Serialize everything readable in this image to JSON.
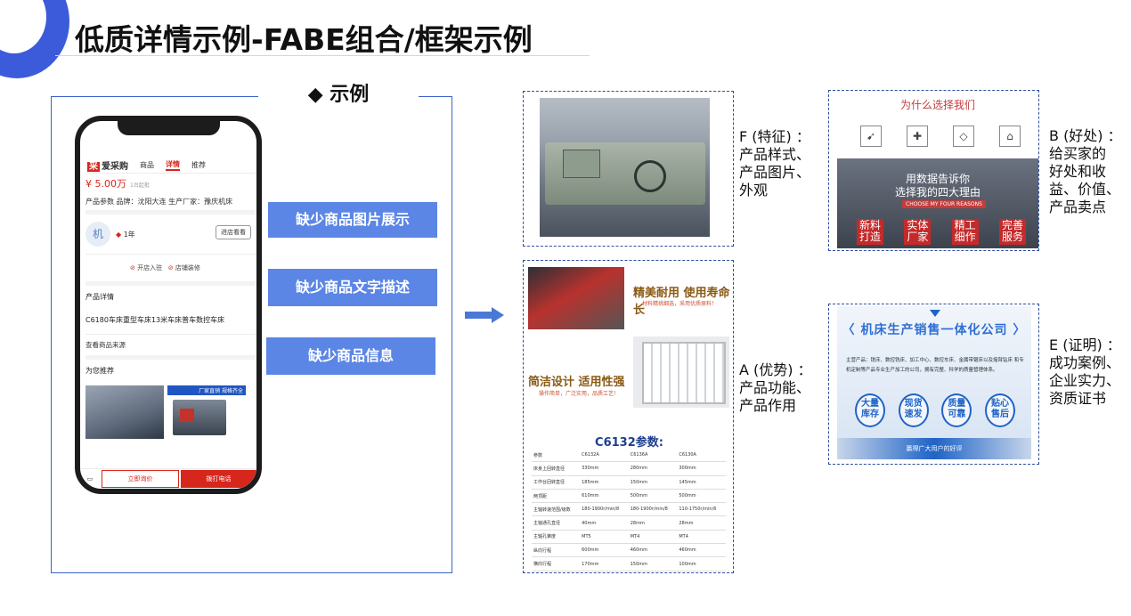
{
  "title": "低质详情示例-FABE组合/框架示例",
  "left": {
    "heading": "◆ 示例",
    "phone": {
      "logo": "爱采购",
      "tabs": [
        "商品",
        "详情",
        "推荐"
      ],
      "price": "¥ 5.00万",
      "min_order": "1台起批",
      "params": "产品参数 品牌：沈阳大连 生产厂家：豫庆机床",
      "shop_year": "1年",
      "visit_button": "进店看看",
      "badge1": "开店入驻",
      "badge2": "店铺装修",
      "detail_title": "产品详情",
      "detail_text": "C6180车床重型车床13米车床普车数控车床",
      "source": "查看商品来源",
      "recommend": "为您推荐",
      "promo": "厂家直销 规格齐全",
      "inquiry": "立即询价",
      "call": "拨打电话"
    },
    "buttons": [
      "缺少商品图片展示",
      "缺少商品文字描述",
      "缺少商品信息"
    ]
  },
  "fabe": {
    "f_label_1": "F (特征) ：",
    "f_label_2": "产品样式、",
    "f_label_3": "产品图片、",
    "f_label_4": "外观",
    "b_label_1": "B (好处) ：",
    "b_label_2": "给买家的",
    "b_label_3": "好处和收",
    "b_label_4": "益、价值、",
    "b_label_5": "产品卖点",
    "a_label_1": "A (优势) ：",
    "a_label_2": "产品功能、",
    "a_label_3": "产品作用",
    "e_label_1": "E (证明) ：",
    "e_label_2": "成功案例、",
    "e_label_3": "企业实力、",
    "e_label_4": "资质证书"
  },
  "b_image": {
    "heading": "为什么选择我们",
    "line1": "用数据告诉你",
    "line2": "选择我的四大理由",
    "tag": "CHOOSE MY FOUR REASONS",
    "tiles": [
      [
        "新料",
        "打造"
      ],
      [
        "实体",
        "厂家"
      ],
      [
        "精工",
        "细作"
      ],
      [
        "完善",
        "服务"
      ]
    ]
  },
  "a_image": {
    "h1": "精美耐用 使用寿命长",
    "s1": "材料精挑细选，采用优质原料！",
    "h2": "简洁设计 适用性强",
    "s2": "操作简单，广泛实用，品质工艺！",
    "table_title": "C6132参数:",
    "table": [
      [
        "参数",
        "C6132A",
        "C6136A",
        "C6130A"
      ],
      [
        "床身上回转直径",
        "330mm",
        "280mm",
        "300mm"
      ],
      [
        "工作台回转直径",
        "185mm",
        "150mm",
        "145mm"
      ],
      [
        "两顶距",
        "610mm",
        "500mm",
        "500mm"
      ],
      [
        "主轴转速范围/级数",
        "180-1900r/min/8",
        "180-1900r/min/8",
        "110-1750r/min/6"
      ],
      [
        "主轴通孔直径",
        "40mm",
        "28mm",
        "28mm"
      ],
      [
        "主轴孔锥度",
        "MT5",
        "MT4",
        "MT4"
      ],
      [
        "纵向行程",
        "600mm",
        "460mm",
        "460mm"
      ],
      [
        "横向行程",
        "170mm",
        "150mm",
        "100mm"
      ]
    ]
  },
  "e_image": {
    "banner": "〈 机床生产销售一体化公司 〉",
    "desc": "主营产品：铣床、数控铣床、加工中心、数控车床、金属带锯床以及摇臂钻床 和专机定制等产品专业生产加工的公司，拥有完整、科学的质量管理体系。",
    "circles": [
      [
        "大量",
        "库存"
      ],
      [
        "现货",
        "速发"
      ],
      [
        "质量",
        "可靠"
      ],
      [
        "贴心",
        "售后"
      ]
    ],
    "footer": "赢得广大用户的好评"
  }
}
